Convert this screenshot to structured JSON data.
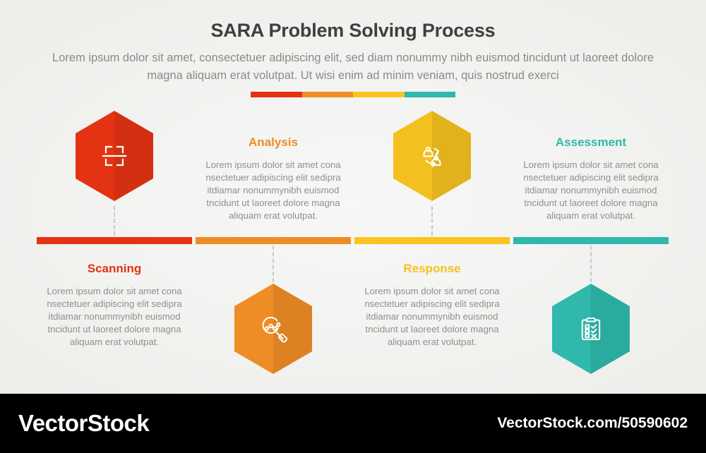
{
  "header": {
    "title": "SARA Problem Solving Process",
    "subtitle": "Lorem ipsum dolor sit amet, consectetuer adipiscing elit, sed diam nonummy nibh euismod tincidunt ut laoreet dolore magna aliquam erat volutpat. Ut wisi enim ad minim veniam, quis nostrud exerci"
  },
  "colors": {
    "red": "#E43313",
    "orange": "#EE8C26",
    "yellow": "#F9C521",
    "teal": "#2FB8AB",
    "title": "#3F3F3F",
    "body_text": "#8F8F8F",
    "background": "#F3F3F1",
    "dash": "#C9C9C9",
    "footer_bg": "#000000"
  },
  "divider_segments": [
    "#E43313",
    "#EE8C26",
    "#F9C521",
    "#2FB8AB"
  ],
  "steps": [
    {
      "id": "scanning",
      "heading": "Scanning",
      "description": "Lorem ipsum dolor sit amet cona nsectetuer adipiscing elit sedipra itdiamar nonummynibh euismod tncidunt ut laoreet dolore magna aliquam erat volutpat.",
      "color": "#E43313",
      "icon": "scan-icon",
      "icon_position": "top",
      "text_position": "bottom"
    },
    {
      "id": "analysis",
      "heading": "Analysis",
      "description": "Lorem ipsum dolor sit amet cona nsectetuer adipiscing elit sedipra itdiamar nonummynibh euismod tncidunt ut laoreet dolore magna aliquam erat volutpat.",
      "color": "#EE8C26",
      "icon": "magnifier-network-icon",
      "icon_position": "bottom",
      "text_position": "top"
    },
    {
      "id": "response",
      "heading": "Response",
      "description": "Lorem ipsum dolor sit amet cona nsectetuer adipiscing elit sedipra itdiamar nonummynibh euismod tncidunt ut laoreet dolore magna aliquam erat volutpat.",
      "color": "#F9C521",
      "icon": "people-exchange-icon",
      "icon_position": "top",
      "text_position": "bottom"
    },
    {
      "id": "assessment",
      "heading": "Assessment",
      "description": "Lorem ipsum dolor sit amet cona nsectetuer adipiscing elit sedipra itdiamar nonummynibh euismod tncidunt ut laoreet dolore magna aliquam erat volutpat.",
      "color": "#2FB8AB",
      "icon": "clipboard-checklist-icon",
      "icon_position": "bottom",
      "text_position": "top"
    }
  ],
  "footer": {
    "brand": "VectorStock",
    "url": "VectorStock.com/50590602"
  }
}
